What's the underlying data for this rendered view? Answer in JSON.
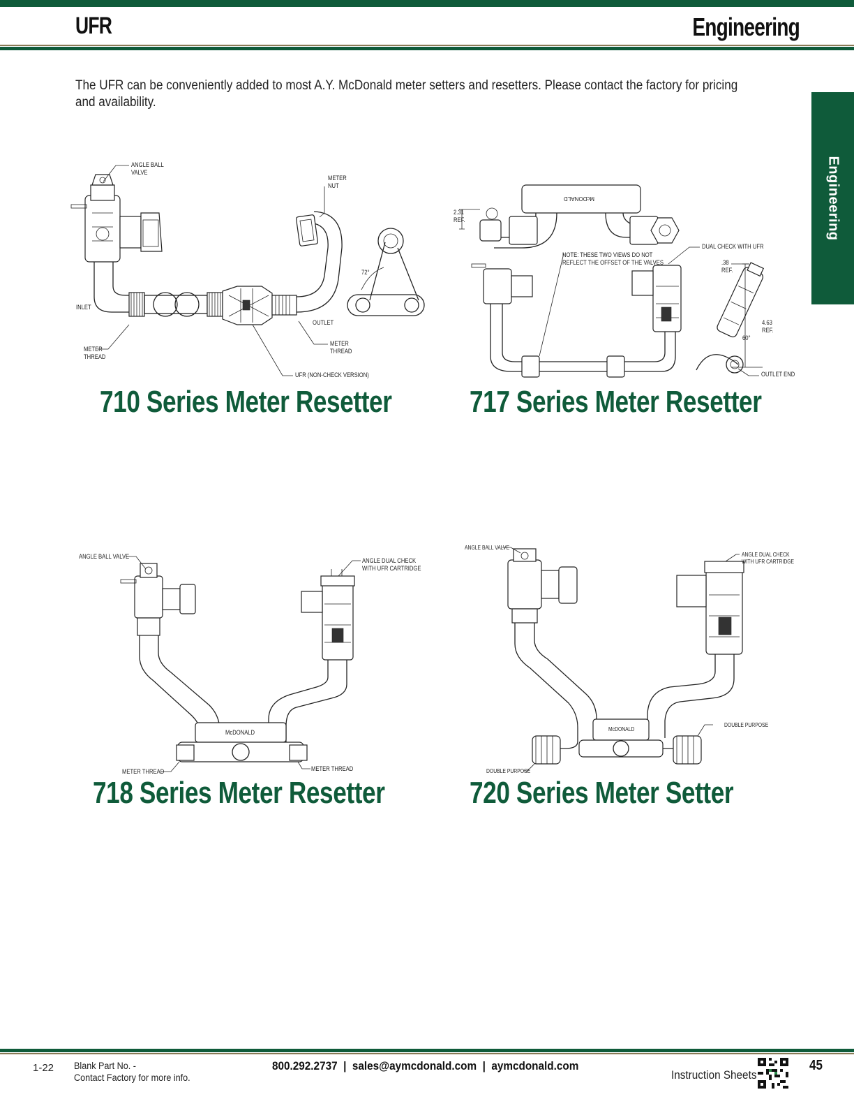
{
  "header": {
    "left_title": "UFR",
    "right_title": "Engineering"
  },
  "intro_text": "The UFR can be conveniently added to most A.Y. McDonald meter setters and resetters. Please contact the factory for pricing and availability.",
  "side_tab": {
    "label": "Engineering"
  },
  "figures": {
    "fig710": {
      "caption": "710 Series Meter Resetter",
      "labels": {
        "angle_ball_valve": "ANGLE BALL\nVALVE",
        "meter_nut": "METER\nNUT",
        "inlet": "INLET",
        "outlet": "OUTLET",
        "meter_thread_left": "METER\nTHREAD",
        "meter_thread_right": "METER\nTHREAD",
        "ufr": "UFR (NON-CHECK VERSION)",
        "angle": "72°"
      }
    },
    "fig717": {
      "caption": "717 Series Meter Resetter",
      "labels": {
        "dim_231": "2.31\nREF.",
        "mcdonald": "McDONALD",
        "note": "NOTE: THESE TWO VIEWS DO NOT\nREFLECT THE OFFSET OF THE VALVES",
        "dual_check": "DUAL CHECK WITH UFR",
        "dim_38": ".38\nREF.",
        "dim_463": "4.63\nREF.",
        "angle": "60°",
        "outlet_end": "OUTLET END"
      }
    },
    "fig718": {
      "caption": "718 Series Meter Resetter",
      "labels": {
        "angle_ball_valve": "ANGLE BALL VALVE",
        "angle_dual_check": "ANGLE DUAL CHECK\nWITH UFR CARTRIDGE",
        "mcdonald": "McDONALD",
        "meter_thread_left": "METER THREAD",
        "meter_thread_right": "METER THREAD"
      }
    },
    "fig720": {
      "caption": "720 Series Meter Setter",
      "labels": {
        "angle_ball_valve": "ANGLE BALL VALVE",
        "angle_dual_check": "ANGLE DUAL CHECK\nWITH UFR CARTRIDGE",
        "mcdonald": "McDONALD",
        "double_purpose_right": "DOUBLE PURPOSE",
        "double_purpose_left": "DOUBLE PURPOSE"
      }
    }
  },
  "footer": {
    "date_code": "1-22",
    "blank_part_line1": "Blank Part No. -",
    "blank_part_line2": "Contact Factory for more info.",
    "contact": "800.292.2737  |  sales@aymcdonald.com  |  aymcdonald.com",
    "section": "Instruction Sheets",
    "page_number": "45"
  },
  "colors": {
    "brand_green": "#0f5b3a",
    "accent_line": "#8a7a55"
  }
}
